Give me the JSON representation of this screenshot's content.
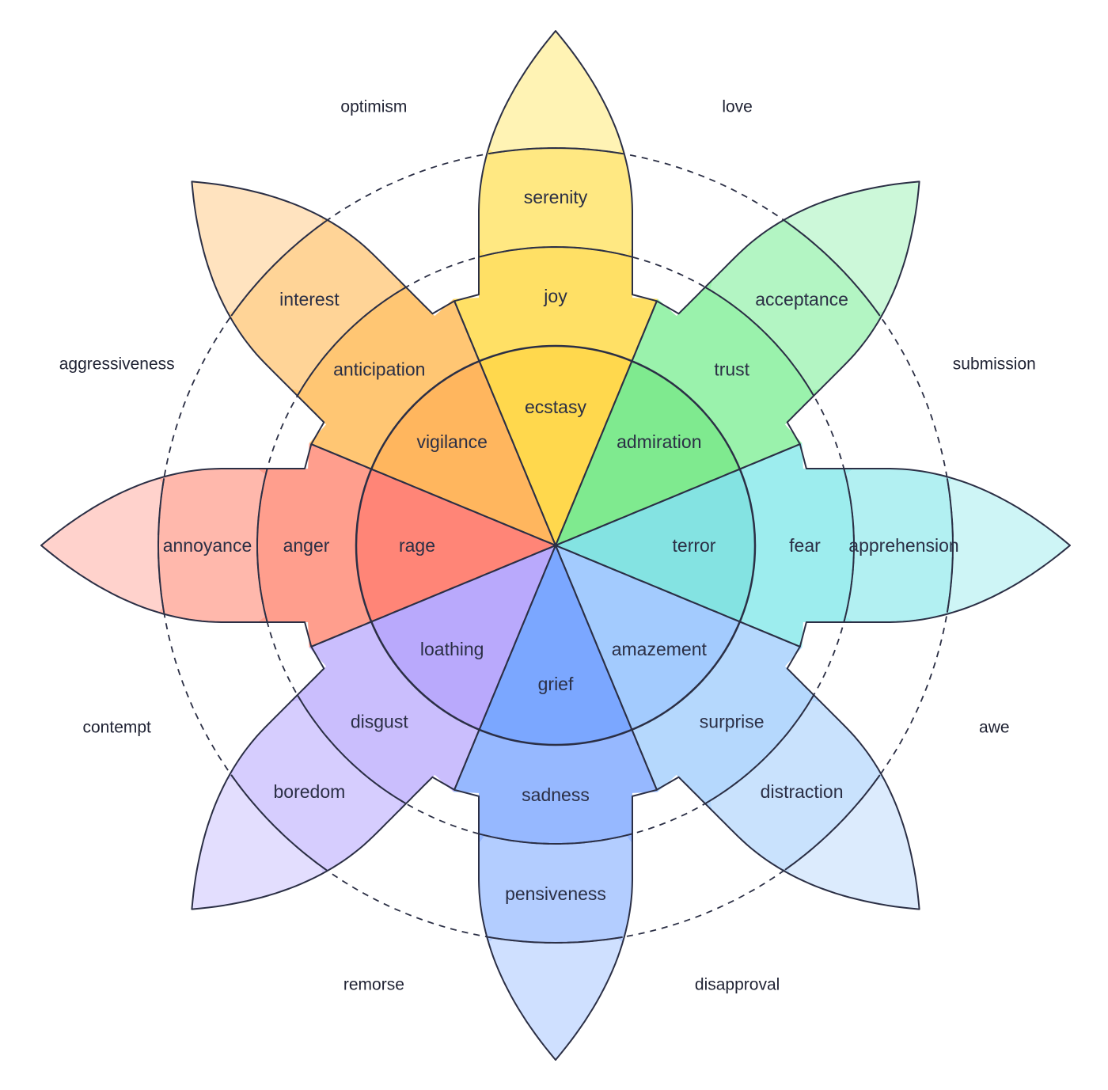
{
  "colors": {
    "ink": "#2b2f45",
    "background": "#ffffff"
  },
  "petals": [
    {
      "key": "joy",
      "outer_label": "serenity",
      "middle_label": "joy",
      "inner_label": "ecstasy",
      "colors": [
        "#FFF3B4",
        "#FFE882",
        "#FFE065",
        "#FFD84D"
      ]
    },
    {
      "key": "trust",
      "outer_label": "acceptance",
      "middle_label": "trust",
      "inner_label": "admiration",
      "colors": [
        "#CCF8D9",
        "#B3F5C3",
        "#9AF2AC",
        "#7FEA8F"
      ]
    },
    {
      "key": "fear",
      "outer_label": "apprehension",
      "middle_label": "fear",
      "inner_label": "terror",
      "colors": [
        "#CEF5F6",
        "#B2F0F2",
        "#9DEDEE",
        "#84E3E2"
      ]
    },
    {
      "key": "surprise",
      "outer_label": "distraction",
      "middle_label": "surprise",
      "inner_label": "amazement",
      "colors": [
        "#DCEBFD",
        "#C9E2FD",
        "#B5D8FD",
        "#A3CBFE"
      ]
    },
    {
      "key": "sadness",
      "outer_label": "pensiveness",
      "middle_label": "sadness",
      "inner_label": "grief",
      "colors": [
        "#CFE0FF",
        "#B3CDFF",
        "#96B8FF",
        "#7BA7FF"
      ]
    },
    {
      "key": "disgust",
      "outer_label": "boredom",
      "middle_label": "disgust",
      "inner_label": "loathing",
      "colors": [
        "#E3DEFE",
        "#D6CDFE",
        "#CABEFD",
        "#B9A9FC"
      ]
    },
    {
      "key": "anger",
      "outer_label": "annoyance",
      "middle_label": "anger",
      "inner_label": "rage",
      "colors": [
        "#FFD2CC",
        "#FFB8AC",
        "#FF9E8D",
        "#FF8577"
      ]
    },
    {
      "key": "anticipation",
      "outer_label": "interest",
      "middle_label": "anticipation",
      "inner_label": "vigilance",
      "colors": [
        "#FFE3BF",
        "#FFD497",
        "#FFC673",
        "#FFB65E"
      ]
    }
  ],
  "dyads": [
    "love",
    "submission",
    "awe",
    "disapproval",
    "remorse",
    "contempt",
    "aggressiveness",
    "optimism"
  ]
}
